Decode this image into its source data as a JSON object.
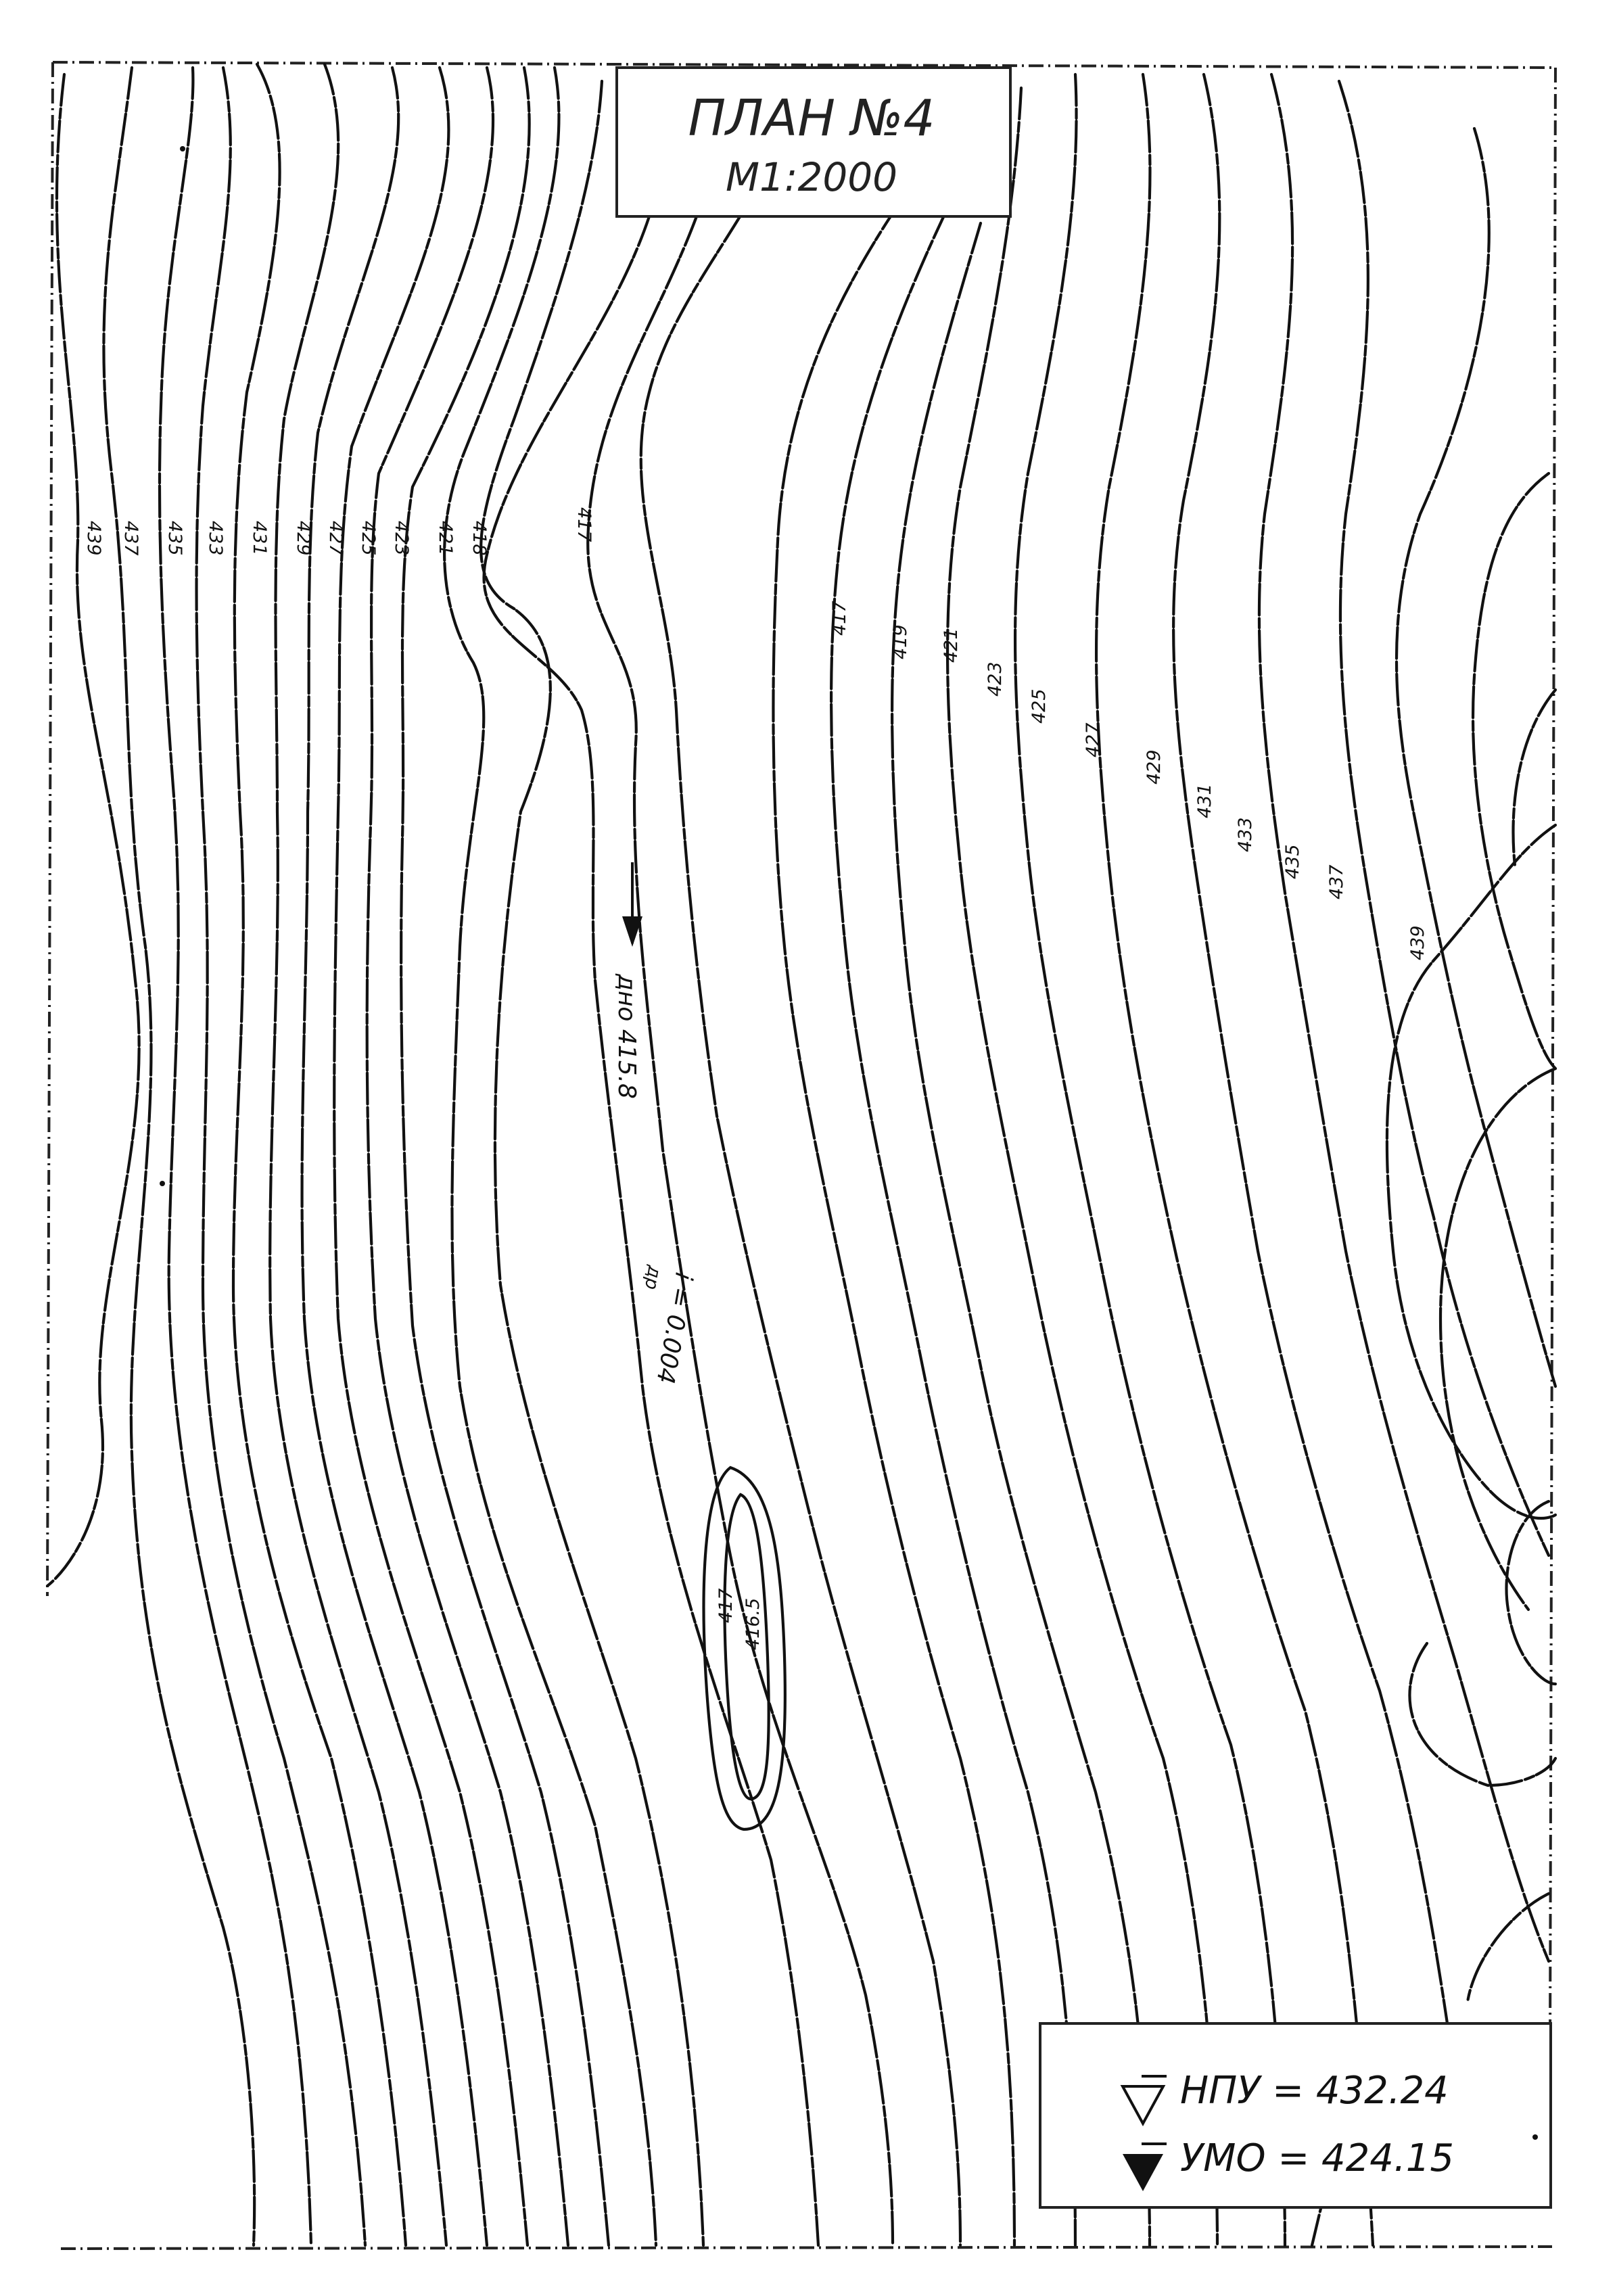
{
  "title": {
    "line1": "ПЛАН №4",
    "line2": "М1:2000"
  },
  "legend": {
    "npu": "НПУ = 432.24",
    "umo": "УМО = 424.15",
    "npu_symbol": "water-level-triangle-icon",
    "umo_symbol": "water-level-filled-triangle-icon"
  },
  "annotations": {
    "bottom": "дно 415.8",
    "slope": "i = 0.004",
    "slope_sub": "др",
    "flow_arrow": "flow-arrow-icon",
    "island_low": "416.5",
    "island_contour": "417",
    "top_label": "417"
  },
  "contour_labels_left": [
    "439",
    "437",
    "435",
    "433",
    "431",
    "429",
    "427",
    "425",
    "423",
    "421",
    "418"
  ],
  "contour_labels_right": [
    "417",
    "419",
    "421",
    "423",
    "425",
    "427",
    "429",
    "431",
    "433",
    "435",
    "437",
    "439"
  ],
  "colors": {
    "ink": "#111111",
    "paper": "#ffffff"
  }
}
